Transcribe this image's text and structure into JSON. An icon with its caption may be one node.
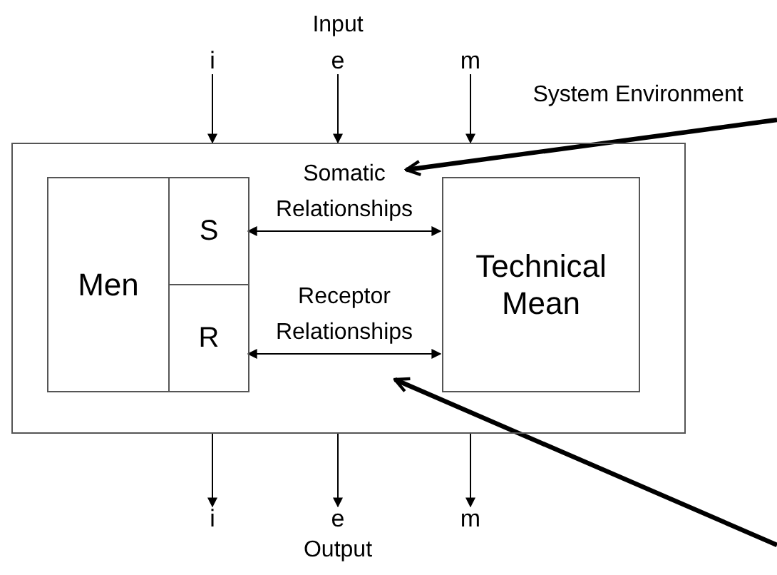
{
  "diagram": {
    "nodes": [
      {
        "text": [],
        "shape": "box"
      },
      {
        "text": [
          "Men"
        ],
        "in": 0
      },
      {
        "text": [
          "S"
        ],
        "in": 0
      },
      {
        "text": [
          "R"
        ],
        "in": 0
      },
      {
        "text": [
          "Technical Mean"
        ],
        "in": 0
      },
      {
        "text": [
          "System Environment"
        ]
      },
      {
        "text": [
          "i"
        ]
      },
      {
        "text": [
          "e"
        ]
      },
      {
        "text": [
          "m"
        ]
      },
      {
        "text": [
          "i"
        ]
      },
      {
        "text": [
          "e"
        ]
      },
      {
        "text": [
          "m"
        ]
      }
    ],
    "edges": [
      {
        "from": 6,
        "to": 0,
        "arrow": "to"
      },
      {
        "from": 7,
        "to": 0,
        "arrow": "to"
      },
      {
        "from": 8,
        "to": 0,
        "arrow": "to"
      },
      {
        "from": 2,
        "to": 4,
        "arrow": "both",
        "label": "Somatic Relationships"
      },
      {
        "from": 3,
        "to": 4,
        "arrow": "both",
        "label": "Receptor Relationships"
      },
      {
        "from": 5,
        "to": 0,
        "arrow": "to",
        "style": "thick"
      },
      {
        "from": null,
        "to": 0,
        "arrow": "to",
        "style": "thick"
      },
      {
        "from": 0,
        "to": 9,
        "arrow": "to"
      },
      {
        "from": 0,
        "to": 10,
        "arrow": "to"
      },
      {
        "from": 0,
        "to": 11,
        "arrow": "to"
      }
    ],
    "labels": [
      "Input",
      "Output"
    ]
  }
}
